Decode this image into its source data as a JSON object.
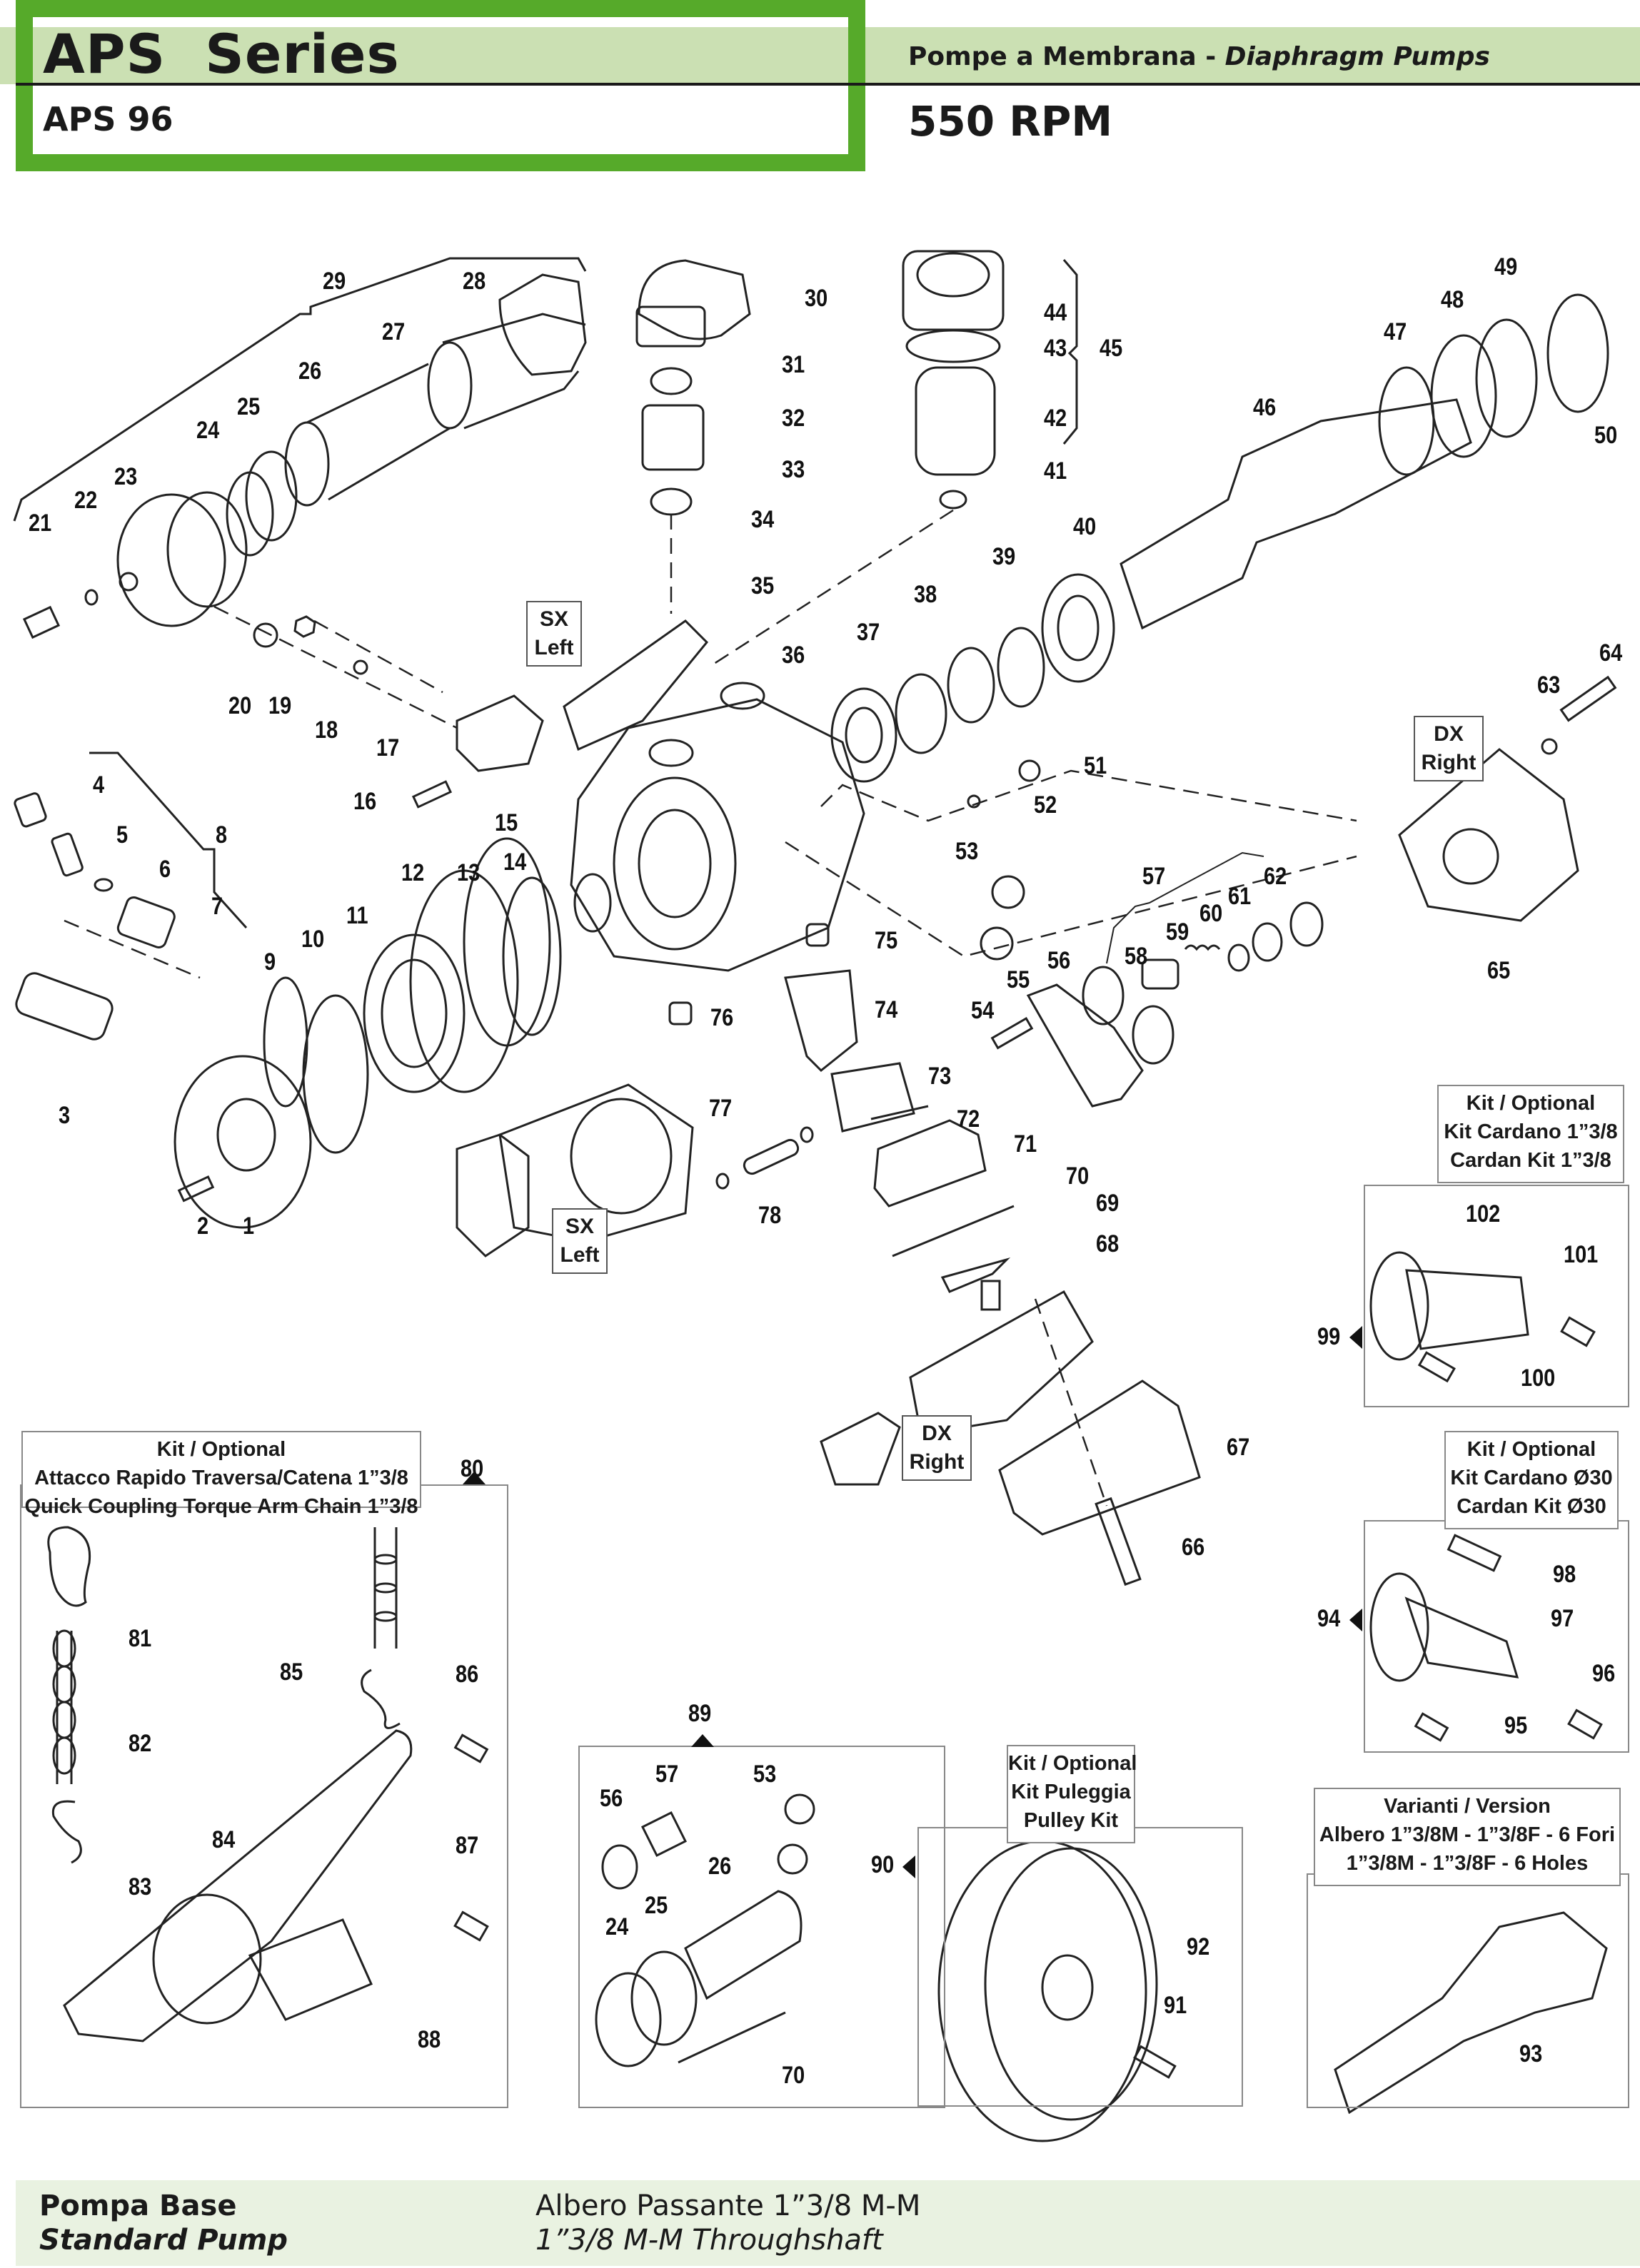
{
  "header": {
    "series_title": "APS  Series",
    "model": "APS 96",
    "subtitle_it": "Pompe a Membrana - ",
    "subtitle_en": "Diaphragm Pumps",
    "rpm": "550 RPM",
    "accent_color": "#56aa2a",
    "band_color": "#cbe0b3"
  },
  "side_labels": {
    "sx": {
      "line1": "SX",
      "line2": "Left"
    },
    "dx": {
      "line1": "DX",
      "line2": "Right"
    }
  },
  "part_numbers": [
    "1",
    "2",
    "3",
    "4",
    "5",
    "6",
    "7",
    "8",
    "9",
    "10",
    "11",
    "12",
    "13",
    "14",
    "15",
    "16",
    "17",
    "18",
    "19",
    "20",
    "21",
    "22",
    "23",
    "24",
    "25",
    "26",
    "27",
    "28",
    "29",
    "30",
    "31",
    "32",
    "33",
    "34",
    "35",
    "36",
    "37",
    "38",
    "39",
    "40",
    "41",
    "42",
    "43",
    "44",
    "45",
    "46",
    "47",
    "48",
    "49",
    "50",
    "51",
    "52",
    "53",
    "54",
    "55",
    "56",
    "57",
    "58",
    "59",
    "60",
    "61",
    "62",
    "63",
    "64",
    "65",
    "66",
    "67",
    "68",
    "69",
    "70",
    "71",
    "72",
    "73",
    "74",
    "75",
    "76",
    "77",
    "78"
  ],
  "kits": {
    "quick_coupling": {
      "ref": "80",
      "line1": "Kit / Optional",
      "line2": "Attacco Rapido Traversa/Catena 1”3/8",
      "line3": "Quick Coupling Torque Arm Chain 1”3/8",
      "parts": [
        "81",
        "82",
        "83",
        "84",
        "85",
        "86",
        "87",
        "88"
      ]
    },
    "seal_kit": {
      "ref": "89",
      "parts": [
        "56",
        "57",
        "53",
        "26",
        "25",
        "24",
        "70"
      ]
    },
    "pulley": {
      "ref": "90",
      "line1": "Kit / Optional",
      "line2": "Kit Puleggia",
      "line3": "Pulley Kit",
      "parts": [
        "92",
        "91"
      ]
    },
    "cardan_138": {
      "ref": "99",
      "line1": "Kit / Optional",
      "line2": "Kit Cardano 1”3/8",
      "line3": "Cardan Kit 1”3/8",
      "parts": [
        "102",
        "101",
        "100"
      ]
    },
    "cardan_30": {
      "ref": "94",
      "line1": "Kit / Optional",
      "line2": "Kit Cardano Ø30",
      "line3": "Cardan Kit Ø30",
      "parts": [
        "98",
        "97",
        "96",
        "95"
      ]
    },
    "version": {
      "line1": "Varianti / Version",
      "line2": "Albero 1”3/8M - 1”3/8F - 6 Fori",
      "line3": "1”3/8M - 1”3/8F - 6 Holes",
      "parts": [
        "93"
      ]
    }
  },
  "footer": {
    "label_it": "Pompa Base",
    "label_en": "Standard Pump",
    "desc_it": "Albero Passante 1”3/8 M-M",
    "desc_en": "1”3/8 M-M Throughshaft",
    "band_color": "#e9f2e1"
  }
}
